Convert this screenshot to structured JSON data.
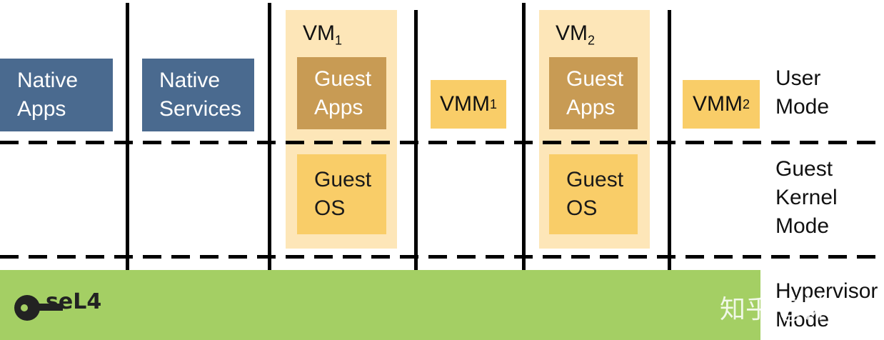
{
  "native_apps": {
    "line1": "Native",
    "line2": "Apps"
  },
  "native_services": {
    "line1": "Native",
    "line2": "Services"
  },
  "vm1": {
    "label": "VM",
    "sub": "1",
    "guest_apps": {
      "line1": "Guest",
      "line2": "Apps"
    },
    "guest_os": {
      "line1": "Guest",
      "line2": "OS"
    }
  },
  "vmm1": {
    "label": "VMM",
    "sub": "1"
  },
  "vm2": {
    "label": "VM",
    "sub": "2",
    "guest_apps": {
      "line1": "Guest",
      "line2": "Apps"
    },
    "guest_os": {
      "line1": "Guest",
      "line2": "OS"
    }
  },
  "vmm2": {
    "label": "VMM",
    "sub": "2"
  },
  "modes": {
    "user": "User\nMode",
    "guest_kernel": "Guest\nKernel\nMode",
    "hypervisor": "Hypervisor\nMode"
  },
  "logo_text": "seL4",
  "watermark": "知乎 @沐多",
  "colors": {
    "native": "#4a6a8f",
    "vm_background": "#fde6b8",
    "guest_apps": "#c89b54",
    "guest_os": "#f9cd68",
    "hypervisor": "#a4cf64"
  }
}
